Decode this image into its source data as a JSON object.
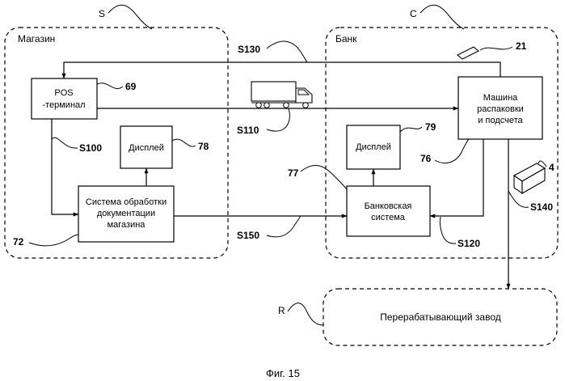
{
  "groups": {
    "store": {
      "title": "Магазин",
      "ref": "S"
    },
    "bank": {
      "title": "Банк",
      "ref": "C"
    },
    "plant": {
      "title": "Перерабатывающий завод",
      "ref": "R"
    }
  },
  "blocks": {
    "pos": {
      "line1": "POS",
      "line2": "-терминал",
      "ref": "69"
    },
    "store_display": {
      "label": "Дисплей",
      "ref": "78"
    },
    "store_system": {
      "line1": "Система обработки",
      "line2": "документации",
      "line3": "магазина",
      "ref": "72"
    },
    "bank_display": {
      "label": "Дисплей",
      "ref": "79"
    },
    "bank_system": {
      "line1": "Банковская",
      "line2": "система",
      "ref": "77"
    },
    "machine": {
      "line1": "Машина",
      "line2": "распаковки",
      "line3": "и подсчета",
      "ref": "76"
    }
  },
  "steps": {
    "s100": "S100",
    "s110": "S110",
    "s120": "S120",
    "s130": "S130",
    "s140": "S140",
    "s150": "S150"
  },
  "items": {
    "card": "21",
    "package": "4"
  },
  "caption": "Фиг. 15"
}
